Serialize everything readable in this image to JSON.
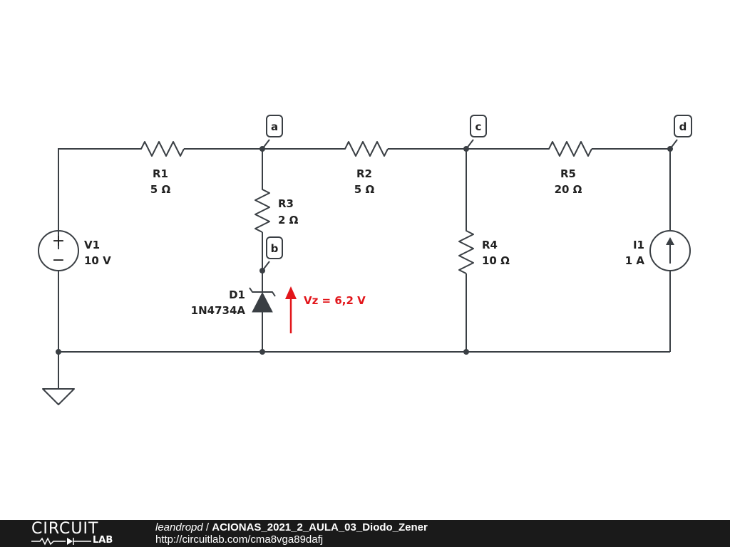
{
  "circuit": {
    "nodes": [
      {
        "id": "a",
        "label": "a"
      },
      {
        "id": "b",
        "label": "b"
      },
      {
        "id": "c",
        "label": "c"
      },
      {
        "id": "d",
        "label": "d"
      }
    ],
    "components": {
      "R1": {
        "name": "R1",
        "value": "5 Ω"
      },
      "R2": {
        "name": "R2",
        "value": "5 Ω"
      },
      "R3": {
        "name": "R3",
        "value": "2 Ω"
      },
      "R4": {
        "name": "R4",
        "value": "10 Ω"
      },
      "R5": {
        "name": "R5",
        "value": "20 Ω"
      },
      "V1": {
        "name": "V1",
        "value": "10 V",
        "plus": "+",
        "minus": "−"
      },
      "I1": {
        "name": "I1",
        "value": "1 A"
      },
      "D1": {
        "name": "D1",
        "value": "1N4734A"
      }
    },
    "annotation": {
      "text": "Vz = 6,2 V",
      "color": "#e2161b"
    }
  },
  "footer": {
    "logo_top": "CIRCUIT",
    "logo_bottom": "LAB",
    "user": "leandropd",
    "separator": " / ",
    "title": "ACIONAS_2021_2_AULA_03_Diodo_Zener",
    "url": "http://circuitlab.com/cma8vga89dafj"
  },
  "colors": {
    "wire": "#3a3f44",
    "footer_bg": "#1a1a1a",
    "annotation": "#e2161b"
  }
}
